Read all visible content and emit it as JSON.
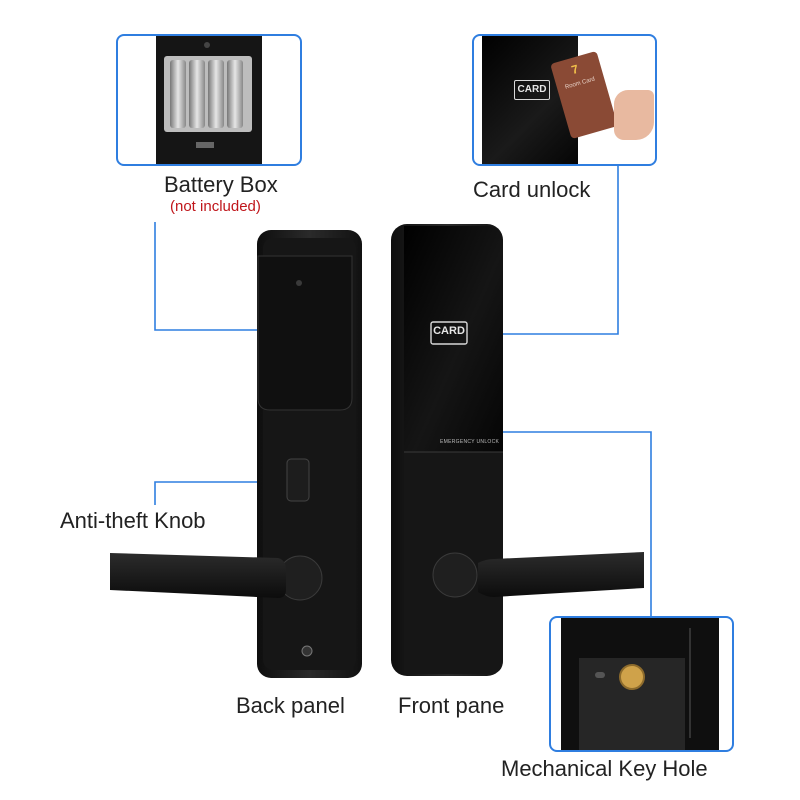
{
  "labels": {
    "battery_box": "Battery Box",
    "battery_note": "(not included)",
    "card_unlock": "Card unlock",
    "anti_theft_knob": "Anti-theft Knob",
    "back_panel": "Back panel",
    "front_pane": "Front pane",
    "mechanical_key_hole": "Mechanical Key Hole"
  },
  "panel_text": {
    "card_badge": "CARD",
    "emergency_unlock": "EMERGENCY UNLOCK",
    "card_logo": "7",
    "card_caption": "Room Card"
  },
  "colors": {
    "callout_border": "#2f7ee0",
    "connector_line": "#2f7ee0",
    "note_red": "#c0161b",
    "lock_body": "#1b1b1b"
  }
}
